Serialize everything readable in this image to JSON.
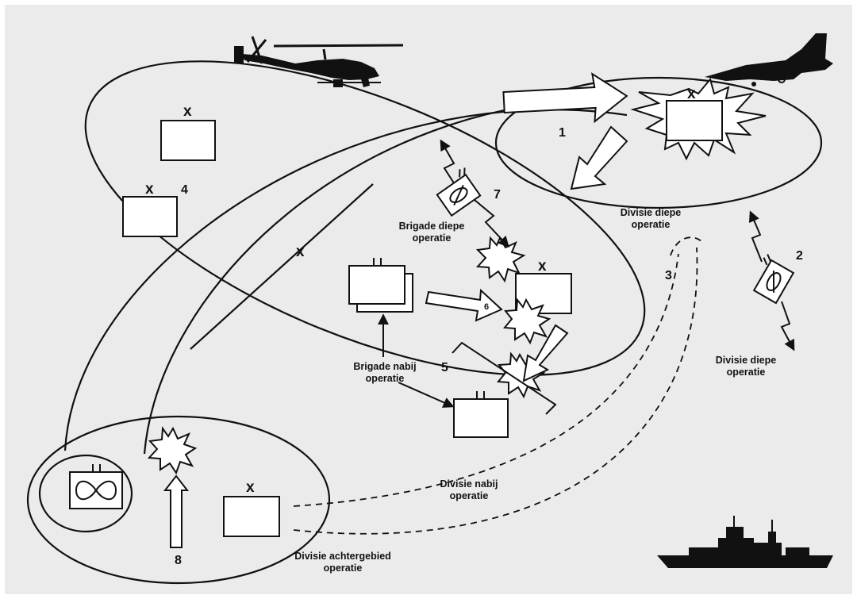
{
  "labels": {
    "num_1": "1",
    "num_2": "2",
    "num_3": "3",
    "num_4": "4",
    "num_5": "5",
    "num_6": "6",
    "num_7": "7",
    "num_8": "8",
    "brigade_deep_line1": "Brigade diepe",
    "brigade_deep_line2": "operatie",
    "brigade_close_line1": "Brigade nabij",
    "brigade_close_line2": "operatie",
    "division_deep_upper_line1": "Divisie diepe",
    "division_deep_upper_line2": "operatie",
    "division_deep_lower_line1": "Divisie diepe",
    "division_deep_lower_line2": "operatie",
    "division_close_line1": "Divisie nabij",
    "division_close_line2": "operatie",
    "division_rear_line1": "Divisie achtergebied",
    "division_rear_line2": "operatie"
  },
  "symbols": {
    "brigade_marker": "x",
    "boundary_marker": "x"
  },
  "icons": {
    "helicopter": "attack-helicopter-icon",
    "jet": "fighter-jet-icon",
    "ship": "warship-icon"
  },
  "colors": {
    "panel": "#ebebeb",
    "ink": "#111111",
    "fill": "#ffffff"
  }
}
